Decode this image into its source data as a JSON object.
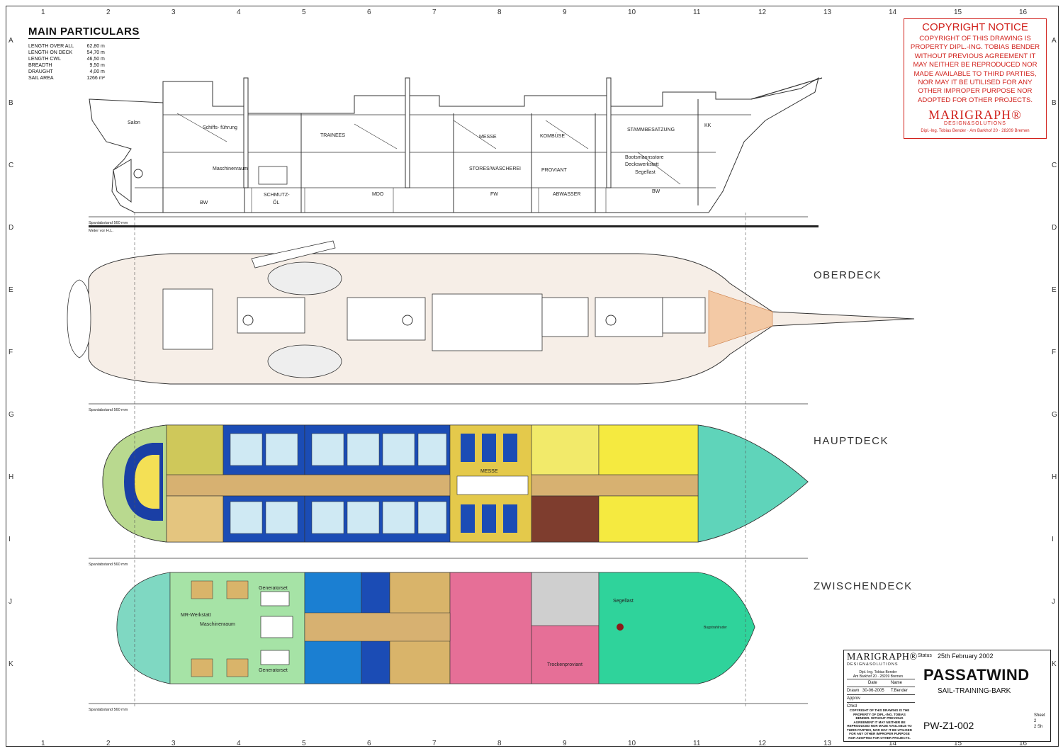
{
  "main_particulars": {
    "title": "MAIN PARTICULARS",
    "rows": [
      {
        "label": "LENGTH OVER ALL",
        "value": "62,80 m"
      },
      {
        "label": "LENGTH ON DECK",
        "value": "54,70 m"
      },
      {
        "label": "LENGTH CWL",
        "value": "46,50 m"
      },
      {
        "label": "BREADTH",
        "value": "9,50 m"
      },
      {
        "label": "DRAUGHT",
        "value": "4,00 m"
      },
      {
        "label": "SAIL AREA",
        "value": "1266 m²"
      }
    ]
  },
  "copyright": {
    "heading": "COPYRIGHT NOTICE",
    "lines": [
      "COPYRIGHT OF THIS DRAWING IS",
      "PROPERTY DIPL.-ING. TOBIAS BENDER",
      "WITHOUT PREVIOUS AGREEMENT IT",
      "MAY NEITHER BE REPRODUCED NOR",
      "MADE AVAILABLE TO THIRD PARTIES,",
      "NOR MAY IT BE UTILISED FOR ANY",
      "OTHER IMPROPER PURPOSE NOR",
      "ADOPTED FOR OTHER PROJECTS."
    ],
    "logo": "MARIGRAPH®",
    "logo_sub": "DESIGN&SOLUTIONS",
    "address": "Dipl.-Ing. Tobias Bender · Am Barkhof 20 · 28209 Bremen"
  },
  "deck_labels": {
    "oberdeck": "OBERDECK",
    "hauptdeck": "HAUPTDECK",
    "zwischendeck": "ZWISCHENDECK"
  },
  "profile_labels": {
    "salon": "Salon",
    "schiffsfuehrung": "Schiffs-\nführung",
    "maschinenraum": "Maschinenraum",
    "trainees": "TRAINEES",
    "messe": "MESSE",
    "kombuese": "KOMBÜSE",
    "stammbesatzung": "STAMMBESATZUNG",
    "kk": "KK",
    "stores": "STORES/WÄSCHEREI",
    "proviant": "PROVIANT",
    "bootsmann": "Bootsmannsstore",
    "deckswerkstatt": "Deckswerkstatt",
    "segellast": "Segellast",
    "bw1": "BW",
    "schmutz": "SCHMUTZ-",
    "oel": "ÖL",
    "mdo": "MDO",
    "fw": "FW",
    "abwasser": "ABWASSER",
    "bw2": "BW"
  },
  "ruler": {
    "spantabstand": "Spantabstand 560 mm",
    "meter": "Meter vor H.L."
  },
  "hauptdeck_labels": {
    "messe": "MESSE"
  },
  "zwischendeck_labels": {
    "mr_werkstatt": "MR-Werkstatt",
    "maschinenraum": "Maschinenraum",
    "generatorset1": "Generatorset",
    "generatorset2": "Generatorset",
    "segellast": "Segellast",
    "trockenproviant": "Trockenproviant",
    "bugstrahl": "Bugstrahlruder"
  },
  "title_block": {
    "logo": "MARIGRAPH®",
    "logo_sub": "DESIGN&SOLUTIONS",
    "owner": "Dipl.-Ing. Tobias Bender\nAm Barkhof 20 · 28209 Bremen",
    "status_label": "Status",
    "status_value": "25th February 2002",
    "title": "PASSATWIND",
    "subtitle": "SAIL-TRAINING-BARK",
    "drawing_no": "PW-Z1-002",
    "col_date": "Date",
    "col_name": "Name",
    "drawn_label": "Drawn",
    "drawn_date": "30-06-2005",
    "drawn_name": "T.Bender",
    "approv_label": "Approv",
    "chkd_label": "Chkd",
    "notice": "COPYRIGHT OF THIS DRAWING IS THE PROPERTY OF DIPL.-ING. TOBIAS BENDER. WITHOUT PREVIOUS AGREEMENT IT MAY NEITHER BE REPRODUCED NOR MADE AVAILABLE TO THIRD PARTIES, NOR MAY IT BE UTILISED FOR ANY OTHER IMPROPER PURPOSE NOR ADOPTED FOR OTHER PROJECTS.",
    "sheet_label": "Sheet",
    "sheet_no": "2",
    "sheets": "2 Sh"
  }
}
